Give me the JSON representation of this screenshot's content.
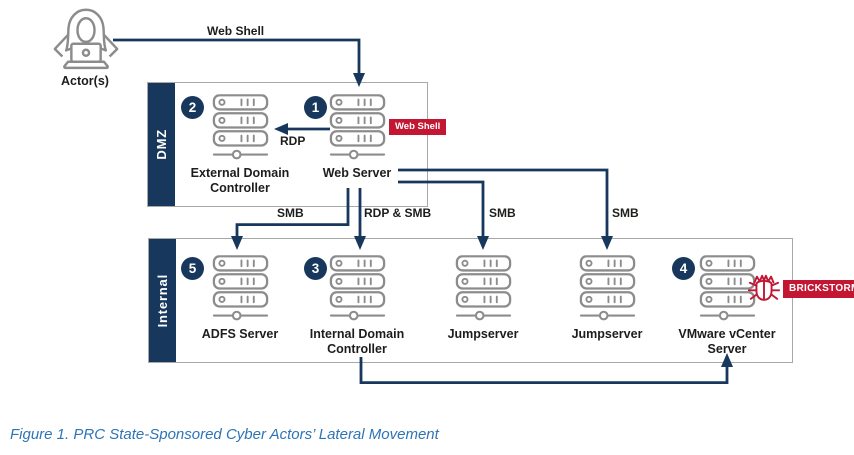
{
  "palette": {
    "navy": "#17375c",
    "red": "#c31632",
    "box_border": "#a8a8a8",
    "icon_gray": "#8c8c8c",
    "text_dark": "#1d1d1b",
    "caption_blue": "#2e74b5"
  },
  "icons": {
    "actor": "hooded-hacker-with-laptop-icon",
    "server": "server-stack-icon",
    "malware": "bug-icon"
  },
  "actor": {
    "label": "Actor(s)"
  },
  "zones": {
    "dmz": {
      "label": "DMZ"
    },
    "internal": {
      "label": "Internal"
    }
  },
  "nodes": [
    {
      "id": "external-domain-controller",
      "zone": "DMZ",
      "badge": "2",
      "label": "External Domain\nController"
    },
    {
      "id": "web-server",
      "zone": "DMZ",
      "badge": "1",
      "label": "Web Server",
      "tag": "Web Shell"
    },
    {
      "id": "adfs-server",
      "zone": "Internal",
      "badge": "5",
      "label": "ADFS Server"
    },
    {
      "id": "internal-domain-controller",
      "zone": "Internal",
      "badge": "3",
      "label": "Internal Domain\nController"
    },
    {
      "id": "jumpserver-1",
      "zone": "Internal",
      "badge": "",
      "label": "Jumpserver"
    },
    {
      "id": "jumpserver-2",
      "zone": "Internal",
      "badge": "",
      "label": "Jumpserver"
    },
    {
      "id": "vmware-vcenter-server",
      "zone": "Internal",
      "badge": "4",
      "label": "VMware vCenter\nServer",
      "malware_tag": "BRICKSTORM"
    }
  ],
  "edges": [
    {
      "from": "actor",
      "to": "web-server",
      "label": "Web Shell"
    },
    {
      "from": "web-server",
      "to": "external-domain-controller",
      "label": "RDP"
    },
    {
      "from": "web-server",
      "to": "adfs-server",
      "label": "SMB"
    },
    {
      "from": "web-server",
      "to": "internal-domain-controller",
      "label": "RDP & SMB"
    },
    {
      "from": "web-server",
      "to": "jumpserver-1",
      "label": "SMB"
    },
    {
      "from": "web-server",
      "to": "jumpserver-2",
      "label": "SMB"
    },
    {
      "from": "internal-domain-controller",
      "to": "vmware-vcenter-server",
      "label": ""
    }
  ],
  "caption": "Figure 1. PRC State-Sponsored Cyber Actors’ Lateral Movement"
}
